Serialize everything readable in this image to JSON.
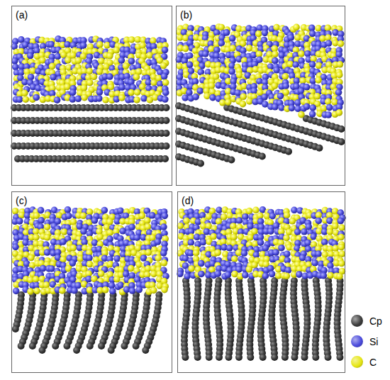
{
  "diagram": {
    "nodes": [
      {
        "text": [
          "(a)"
        ]
      },
      {
        "text": [
          "(b)"
        ]
      },
      {
        "text": [
          "(c)"
        ]
      },
      {
        "text": [
          "(d)"
        ]
      }
    ],
    "legend": [
      {
        "text": "Cp",
        "color": "#3c3c3c"
      },
      {
        "text": "Si",
        "color": "#4b4bdc"
      },
      {
        "text": "C",
        "color": "#e6e614"
      }
    ]
  }
}
